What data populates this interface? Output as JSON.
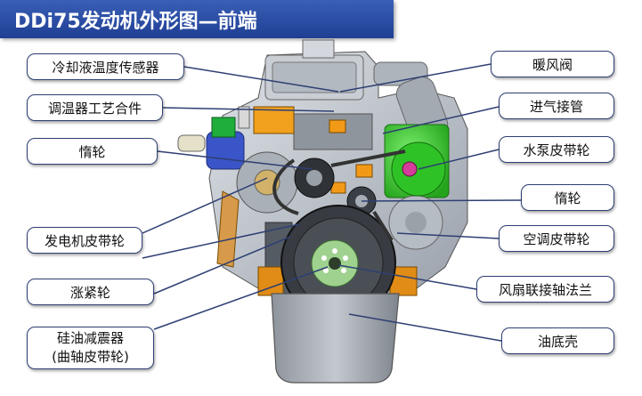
{
  "title": "DDi75发动机外形图—前端",
  "labels_left": [
    "冷却液温度传感器",
    "调温器工艺合件",
    "惰轮",
    "发电机皮带轮",
    "涨紧轮",
    "硅油减震器",
    "(曲轴皮带轮)"
  ],
  "labels_right": [
    "暖风阀",
    "进气接管",
    "水泵皮带轮",
    "惰轮",
    "空调皮带轮",
    "风扇联接轴法兰",
    "油底壳"
  ],
  "colors": {
    "title_bar": "#2a4ea8",
    "label_border": "#2e3f73",
    "leader_line": "#2e3f73",
    "water_pump": "#37d12e",
    "engine_gray": "#b9bfc8"
  }
}
